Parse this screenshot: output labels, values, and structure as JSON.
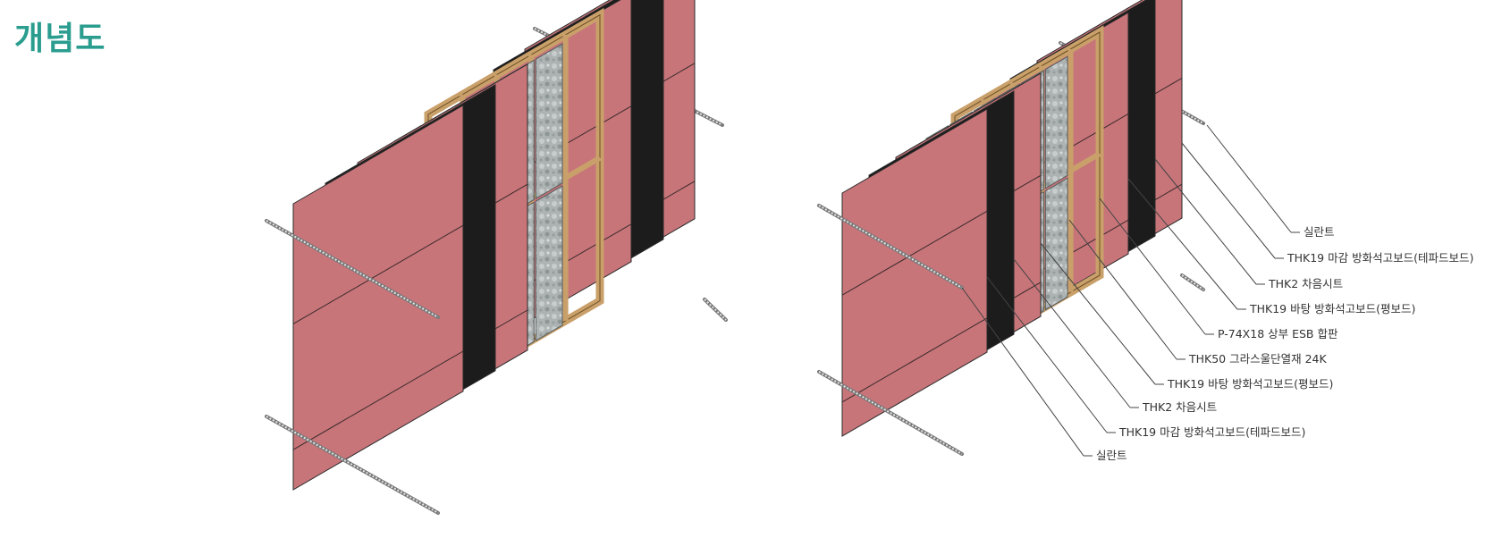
{
  "title": "개념도",
  "colors": {
    "accent": "#2a9d8f",
    "gypsum_board": "#c8757a",
    "sound_sheet": "#1c1c1c",
    "osb_frame": "#c9a06a",
    "insulation": "#a9b0b0",
    "sealant": "#9a9a9a"
  },
  "icons": {
    "sealant_rod": "sealant-rod-icon"
  },
  "legend_left_to_right": [
    "실란트",
    "THK19 마감 방화석고보드(테파드보드)",
    "THK2 차음시트",
    "THK19 바탕 방화석고보드(평보드)",
    "THK50 그라스울단열재 24K",
    "P-74X18 상부 ESB 합판",
    "THK19 바탕 방화석고보드(평보드)",
    "THK2 차음시트",
    "THK19 마감 방화석고보드(테파드보드)",
    "실란트"
  ]
}
